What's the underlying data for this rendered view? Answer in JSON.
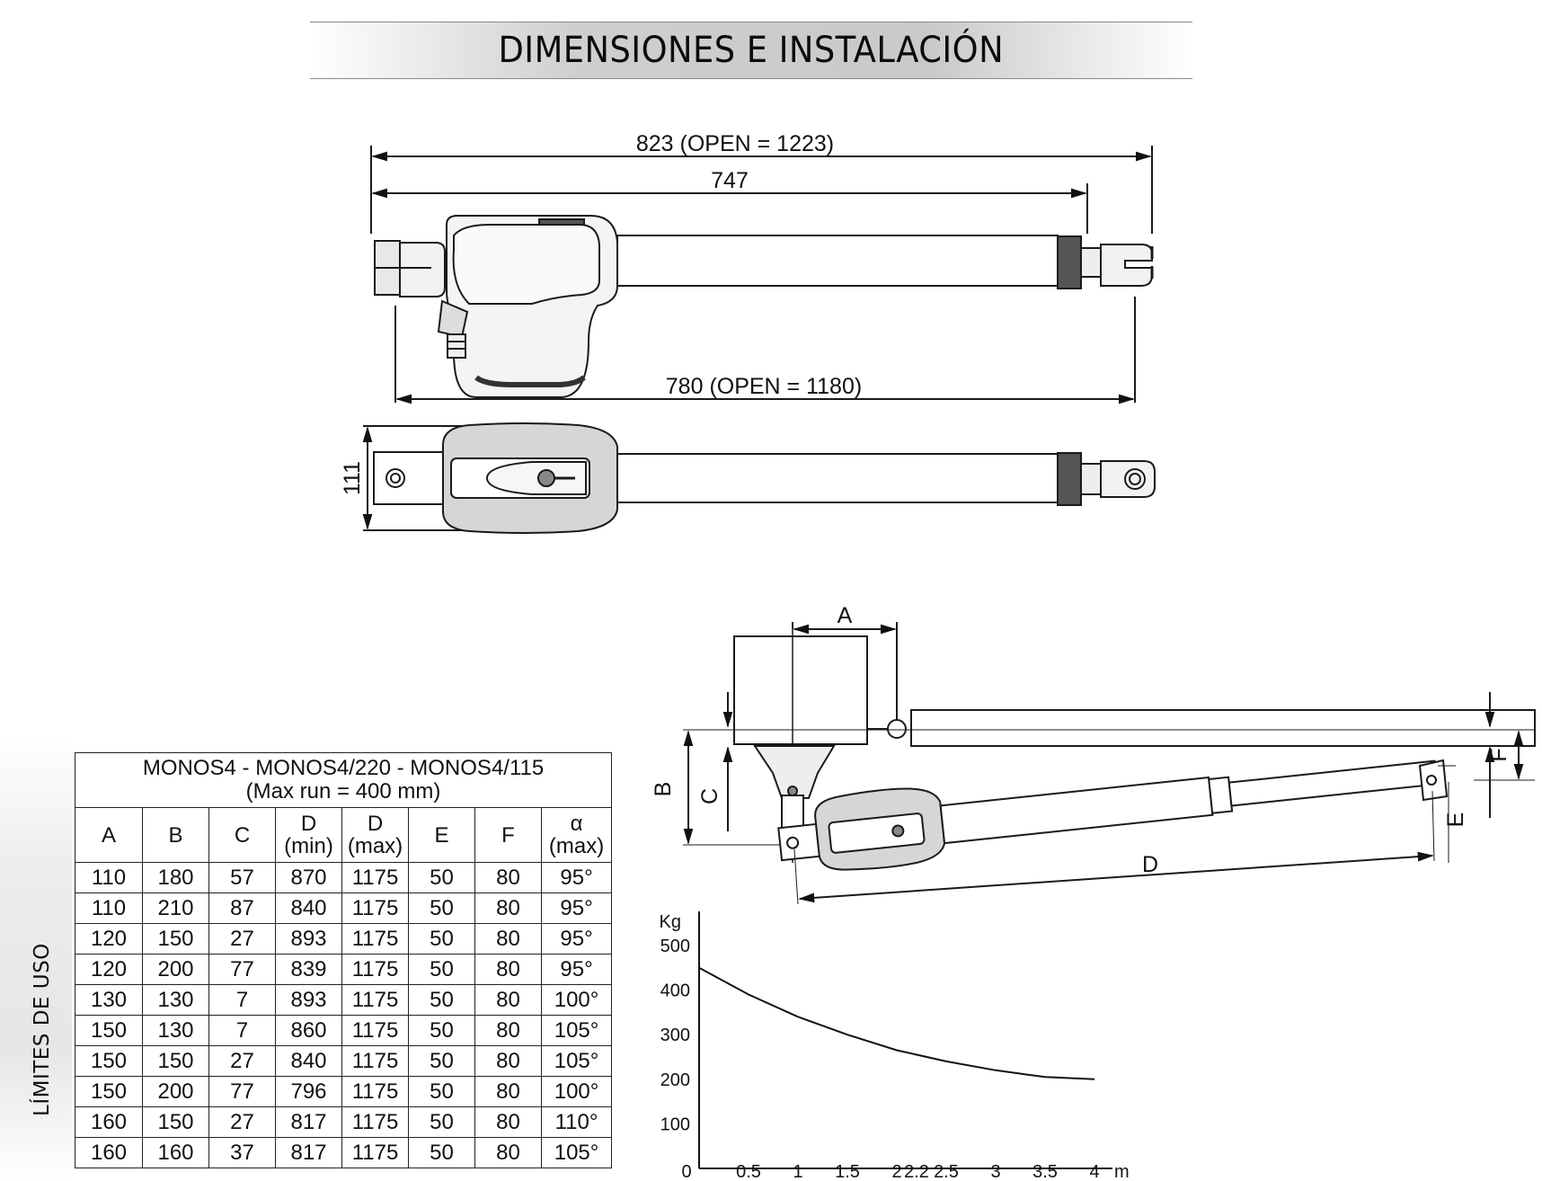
{
  "header": {
    "title": "DIMENSIONES E INSTALACIÓN"
  },
  "drawing_top": {
    "dim_overall": "823 (OPEN = 1223)",
    "dim_body": "747",
    "dim_pins": "780 (OPEN = 1180)",
    "dim_height": "111"
  },
  "install_diagram": {
    "labels": {
      "a": "A",
      "b": "B",
      "c": "C",
      "d": "D",
      "e": "E",
      "f": "F"
    }
  },
  "side_label": "LÍMITES DE USO",
  "table": {
    "title_line1": "MONOS4 - MONOS4/220 - MONOS4/115",
    "title_line2": "(Max run = 400 mm)",
    "columns": [
      {
        "top": "A",
        "bottom": ""
      },
      {
        "top": "B",
        "bottom": ""
      },
      {
        "top": "C",
        "bottom": ""
      },
      {
        "top": "D",
        "bottom": "(min)"
      },
      {
        "top": "D",
        "bottom": "(max)"
      },
      {
        "top": "E",
        "bottom": ""
      },
      {
        "top": "F",
        "bottom": ""
      },
      {
        "top": "α",
        "bottom": "(max)"
      }
    ],
    "rows": [
      [
        "110",
        "180",
        "57",
        "870",
        "1175",
        "50",
        "80",
        "95°"
      ],
      [
        "110",
        "210",
        "87",
        "840",
        "1175",
        "50",
        "80",
        "95°"
      ],
      [
        "120",
        "150",
        "27",
        "893",
        "1175",
        "50",
        "80",
        "95°"
      ],
      [
        "120",
        "200",
        "77",
        "839",
        "1175",
        "50",
        "80",
        "95°"
      ],
      [
        "130",
        "130",
        "7",
        "893",
        "1175",
        "50",
        "80",
        "100°"
      ],
      [
        "150",
        "130",
        "7",
        "860",
        "1175",
        "50",
        "80",
        "105°"
      ],
      [
        "150",
        "150",
        "27",
        "840",
        "1175",
        "50",
        "80",
        "105°"
      ],
      [
        "150",
        "200",
        "77",
        "796",
        "1175",
        "50",
        "80",
        "100°"
      ],
      [
        "160",
        "150",
        "27",
        "817",
        "1175",
        "50",
        "80",
        "110°"
      ],
      [
        "160",
        "160",
        "37",
        "817",
        "1175",
        "50",
        "80",
        "105°"
      ]
    ]
  },
  "chart_data": {
    "type": "line",
    "title": "",
    "ylabel": "Kg",
    "xlabel": "m",
    "x_ticks": [
      "0",
      "0.5",
      "1",
      "1.5",
      "2",
      "2.2",
      "2.5",
      "3",
      "3.5",
      "4"
    ],
    "y_ticks": [
      "100",
      "200",
      "300",
      "400",
      "500"
    ],
    "xlim": [
      0,
      4
    ],
    "ylim": [
      0,
      520
    ],
    "series": [
      {
        "x": [
          0,
          0.5,
          1,
          1.5,
          2,
          2.5,
          3,
          3.5,
          4.0
        ],
        "values": [
          450,
          390,
          340,
          300,
          265,
          240,
          220,
          205,
          200
        ]
      }
    ]
  }
}
